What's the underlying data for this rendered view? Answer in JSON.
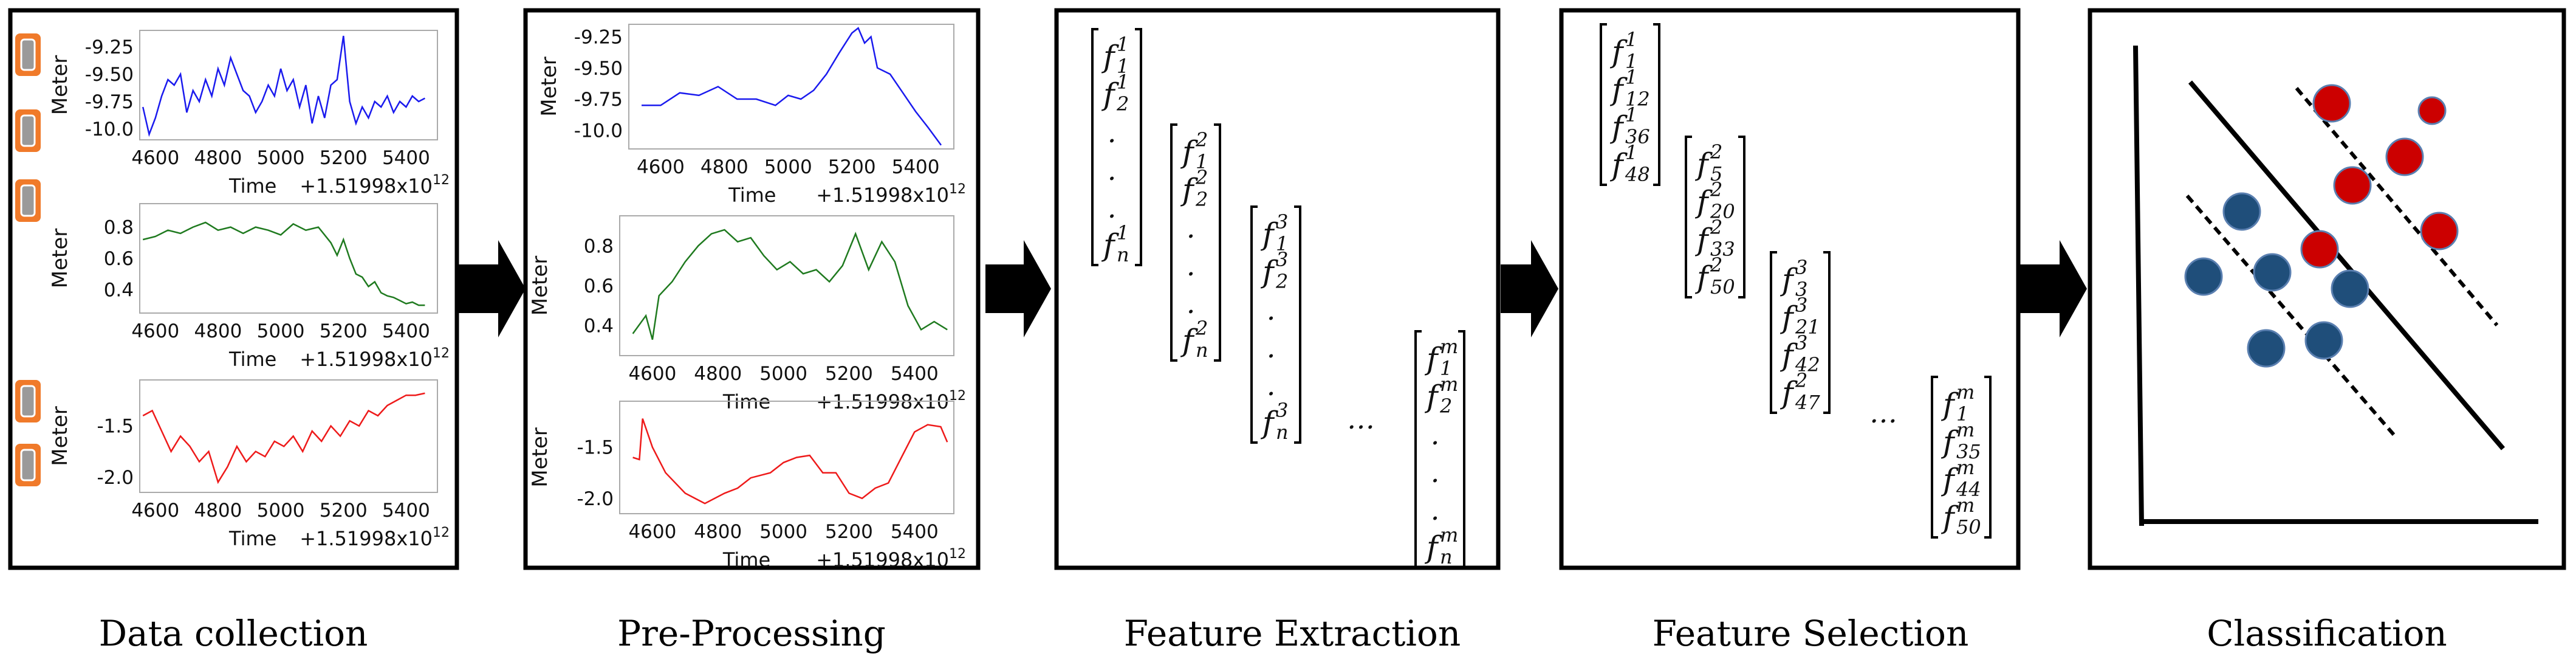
{
  "stages": [
    {
      "caption": "Data collection"
    },
    {
      "caption": "Pre-Processing"
    },
    {
      "caption": "Feature Extraction"
    },
    {
      "caption": "Feature Selection"
    },
    {
      "caption": "Classification"
    }
  ],
  "plot_common": {
    "ylabel": "Meter",
    "xlabel": "Time",
    "offset_base": "+1.51998x10",
    "offset_exp": "12",
    "xticks": [
      "4600",
      "4800",
      "5000",
      "5200",
      "5400"
    ]
  },
  "colors": {
    "blue_series": "#1a1aee",
    "green_series": "#1f7a1f",
    "red_series": "#ee1a1a",
    "phone_orange": "#f07a2a",
    "class_red": "#cc0000",
    "class_blue": "#1f4e7a",
    "arrow": "#000000"
  },
  "chart_data": [
    {
      "type": "line",
      "panel": "Data collection",
      "color": "blue",
      "ylabel": "Meter",
      "xlabel": "Time",
      "yticks": [
        "-9.25",
        "-9.50",
        "-9.75",
        "-10.0"
      ],
      "ylim": [
        -10.1,
        -9.1
      ],
      "xlim": [
        4550,
        5500
      ],
      "x": [
        4560,
        4580,
        4600,
        4620,
        4640,
        4660,
        4680,
        4700,
        4720,
        4740,
        4760,
        4780,
        4800,
        4820,
        4840,
        4860,
        4880,
        4900,
        4920,
        4940,
        4960,
        4980,
        5000,
        5020,
        5040,
        5060,
        5080,
        5100,
        5120,
        5140,
        5160,
        5180,
        5200,
        5220,
        5240,
        5260,
        5280,
        5300,
        5320,
        5340,
        5360,
        5380,
        5400,
        5420,
        5440,
        5460
      ],
      "y": [
        -9.8,
        -10.05,
        -9.9,
        -9.7,
        -9.55,
        -9.6,
        -9.5,
        -9.85,
        -9.65,
        -9.75,
        -9.55,
        -9.7,
        -9.45,
        -9.6,
        -9.35,
        -9.5,
        -9.65,
        -9.7,
        -9.85,
        -9.75,
        -9.6,
        -9.7,
        -9.45,
        -9.65,
        -9.55,
        -9.8,
        -9.6,
        -9.95,
        -9.7,
        -9.9,
        -9.6,
        -9.55,
        -9.15,
        -9.75,
        -9.95,
        -9.8,
        -9.9,
        -9.75,
        -9.8,
        -9.7,
        -9.85,
        -9.75,
        -9.8,
        -9.7,
        -9.75,
        -9.72
      ]
    },
    {
      "type": "line",
      "panel": "Data collection",
      "color": "green",
      "ylabel": "Meter",
      "xlabel": "Time",
      "yticks": [
        "0.8",
        "0.6",
        "0.4"
      ],
      "ylim": [
        0.25,
        0.95
      ],
      "xlim": [
        4550,
        5500
      ],
      "x": [
        4560,
        4600,
        4640,
        4680,
        4720,
        4760,
        4800,
        4840,
        4880,
        4920,
        4960,
        5000,
        5040,
        5080,
        5120,
        5160,
        5180,
        5200,
        5220,
        5240,
        5260,
        5280,
        5300,
        5320,
        5340,
        5360,
        5380,
        5400,
        5420,
        5440,
        5460
      ],
      "y": [
        0.72,
        0.74,
        0.78,
        0.76,
        0.8,
        0.83,
        0.78,
        0.8,
        0.76,
        0.8,
        0.78,
        0.75,
        0.82,
        0.78,
        0.8,
        0.7,
        0.62,
        0.72,
        0.6,
        0.5,
        0.48,
        0.42,
        0.45,
        0.38,
        0.36,
        0.35,
        0.33,
        0.31,
        0.32,
        0.3,
        0.3
      ]
    },
    {
      "type": "line",
      "panel": "Data collection",
      "color": "red",
      "ylabel": "Meter",
      "xlabel": "Time",
      "yticks": [
        "-1.5",
        "-2.0"
      ],
      "ylim": [
        -2.15,
        -1.05
      ],
      "xlim": [
        4550,
        5500
      ],
      "x": [
        4560,
        4590,
        4620,
        4650,
        4680,
        4710,
        4740,
        4770,
        4800,
        4830,
        4860,
        4890,
        4920,
        4950,
        4980,
        5010,
        5040,
        5070,
        5100,
        5130,
        5160,
        5190,
        5220,
        5250,
        5280,
        5310,
        5340,
        5370,
        5400,
        5430,
        5460
      ],
      "y": [
        -1.4,
        -1.35,
        -1.55,
        -1.75,
        -1.6,
        -1.7,
        -1.85,
        -1.75,
        -2.05,
        -1.9,
        -1.7,
        -1.85,
        -1.75,
        -1.8,
        -1.65,
        -1.7,
        -1.6,
        -1.75,
        -1.55,
        -1.65,
        -1.5,
        -1.6,
        -1.45,
        -1.5,
        -1.35,
        -1.4,
        -1.3,
        -1.25,
        -1.2,
        -1.2,
        -1.18
      ]
    },
    {
      "type": "line",
      "panel": "Pre-Processing",
      "color": "blue",
      "ylabel": "Meter",
      "xlabel": "Time",
      "yticks": [
        "-9.25",
        "-9.50",
        "-9.75",
        "-10.0"
      ],
      "ylim": [
        -10.15,
        -9.15
      ],
      "xlim": [
        4500,
        5520
      ],
      "x": [
        4540,
        4600,
        4660,
        4720,
        4780,
        4840,
        4900,
        4960,
        5000,
        5040,
        5080,
        5120,
        5160,
        5200,
        5220,
        5240,
        5260,
        5280,
        5320,
        5360,
        5400,
        5440,
        5480
      ],
      "y": [
        -9.8,
        -9.8,
        -9.7,
        -9.72,
        -9.65,
        -9.75,
        -9.75,
        -9.8,
        -9.72,
        -9.75,
        -9.68,
        -9.55,
        -9.38,
        -9.22,
        -9.18,
        -9.3,
        -9.25,
        -9.5,
        -9.55,
        -9.7,
        -9.85,
        -9.98,
        -10.12
      ]
    },
    {
      "type": "line",
      "panel": "Pre-Processing",
      "color": "green",
      "ylabel": "Meter",
      "xlabel": "Time",
      "yticks": [
        "0.8",
        "0.6",
        "0.4"
      ],
      "ylim": [
        0.25,
        0.95
      ],
      "xlim": [
        4500,
        5520
      ],
      "x": [
        4540,
        4580,
        4600,
        4620,
        4660,
        4700,
        4740,
        4780,
        4820,
        4860,
        4900,
        4940,
        4980,
        5020,
        5060,
        5100,
        5140,
        5180,
        5220,
        5260,
        5300,
        5340,
        5380,
        5420,
        5460,
        5500
      ],
      "y": [
        0.36,
        0.45,
        0.33,
        0.55,
        0.62,
        0.72,
        0.8,
        0.86,
        0.88,
        0.82,
        0.84,
        0.75,
        0.68,
        0.72,
        0.66,
        0.68,
        0.62,
        0.7,
        0.86,
        0.68,
        0.82,
        0.72,
        0.5,
        0.38,
        0.42,
        0.38
      ]
    },
    {
      "type": "line",
      "panel": "Pre-Processing",
      "color": "red",
      "ylabel": "Meter",
      "xlabel": "Time",
      "yticks": [
        "-1.5",
        "-2.0"
      ],
      "ylim": [
        -2.15,
        -1.05
      ],
      "xlim": [
        4500,
        5520
      ],
      "x": [
        4540,
        4560,
        4570,
        4600,
        4640,
        4700,
        4760,
        4820,
        4860,
        4900,
        4960,
        5000,
        5040,
        5080,
        5120,
        5160,
        5200,
        5240,
        5280,
        5320,
        5360,
        5400,
        5440,
        5480,
        5500
      ],
      "y": [
        -1.6,
        -1.62,
        -1.22,
        -1.5,
        -1.75,
        -1.95,
        -2.05,
        -1.95,
        -1.9,
        -1.8,
        -1.75,
        -1.65,
        -1.6,
        -1.58,
        -1.75,
        -1.75,
        -1.95,
        -2.0,
        -1.9,
        -1.85,
        -1.6,
        -1.35,
        -1.28,
        -1.3,
        -1.45
      ]
    }
  ],
  "feature_extraction": {
    "vectors": [
      {
        "items": [
          {
            "b": "f",
            "sub": "1",
            "sup": "1"
          },
          {
            "b": "f",
            "sub": "2",
            "sup": "1"
          },
          {
            "t": "."
          },
          {
            "t": "."
          },
          {
            "t": "."
          },
          {
            "b": "f",
            "sub": "n",
            "sup": "1"
          }
        ]
      },
      {
        "items": [
          {
            "b": "f",
            "sub": "1",
            "sup": "2"
          },
          {
            "b": "f",
            "sub": "2",
            "sup": "2"
          },
          {
            "t": "."
          },
          {
            "t": "."
          },
          {
            "t": "."
          },
          {
            "b": "f",
            "sub": "n",
            "sup": "2"
          }
        ]
      },
      {
        "items": [
          {
            "b": "f",
            "sub": "1",
            "sup": "3"
          },
          {
            "b": "f",
            "sub": "2",
            "sup": "3"
          },
          {
            "t": "."
          },
          {
            "t": "."
          },
          {
            "t": "."
          },
          {
            "b": "f",
            "sub": "n",
            "sup": "3"
          }
        ]
      },
      {
        "items": [
          {
            "b": "f",
            "sub": "1",
            "sup": "m"
          },
          {
            "b": "f",
            "sub": "2",
            "sup": "m"
          },
          {
            "t": "."
          },
          {
            "t": "."
          },
          {
            "t": "."
          },
          {
            "b": "f",
            "sub": "n",
            "sup": "m"
          }
        ]
      }
    ],
    "ellipsis": "…"
  },
  "feature_selection": {
    "vectors": [
      {
        "items": [
          {
            "b": "f",
            "sub": "1",
            "sup": "1"
          },
          {
            "b": "f",
            "sub": "12",
            "sup": "1"
          },
          {
            "b": "f",
            "sub": "36",
            "sup": "1"
          },
          {
            "b": "f",
            "sub": "48",
            "sup": "1"
          }
        ]
      },
      {
        "items": [
          {
            "b": "f",
            "sub": "5",
            "sup": "2"
          },
          {
            "b": "f",
            "sub": "20",
            "sup": "2"
          },
          {
            "b": "f",
            "sub": "33",
            "sup": "2"
          },
          {
            "b": "f",
            "sub": "50",
            "sup": "2"
          }
        ]
      },
      {
        "items": [
          {
            "b": "f",
            "sub": "3",
            "sup": "3"
          },
          {
            "b": "f",
            "sub": "21",
            "sup": "3"
          },
          {
            "b": "f",
            "sub": "42",
            "sup": "3"
          },
          {
            "b": "f",
            "sub": "47",
            "sup": "2"
          }
        ]
      },
      {
        "items": [
          {
            "b": "f",
            "sub": "1",
            "sup": "m"
          },
          {
            "b": "f",
            "sub": "35",
            "sup": "m"
          },
          {
            "b": "f",
            "sub": "44",
            "sup": "m"
          },
          {
            "b": "f",
            "sub": "50",
            "sup": "m"
          }
        ]
      }
    ],
    "ellipsis": "…"
  },
  "classification": {
    "red_points": 6,
    "blue_points": 6
  }
}
